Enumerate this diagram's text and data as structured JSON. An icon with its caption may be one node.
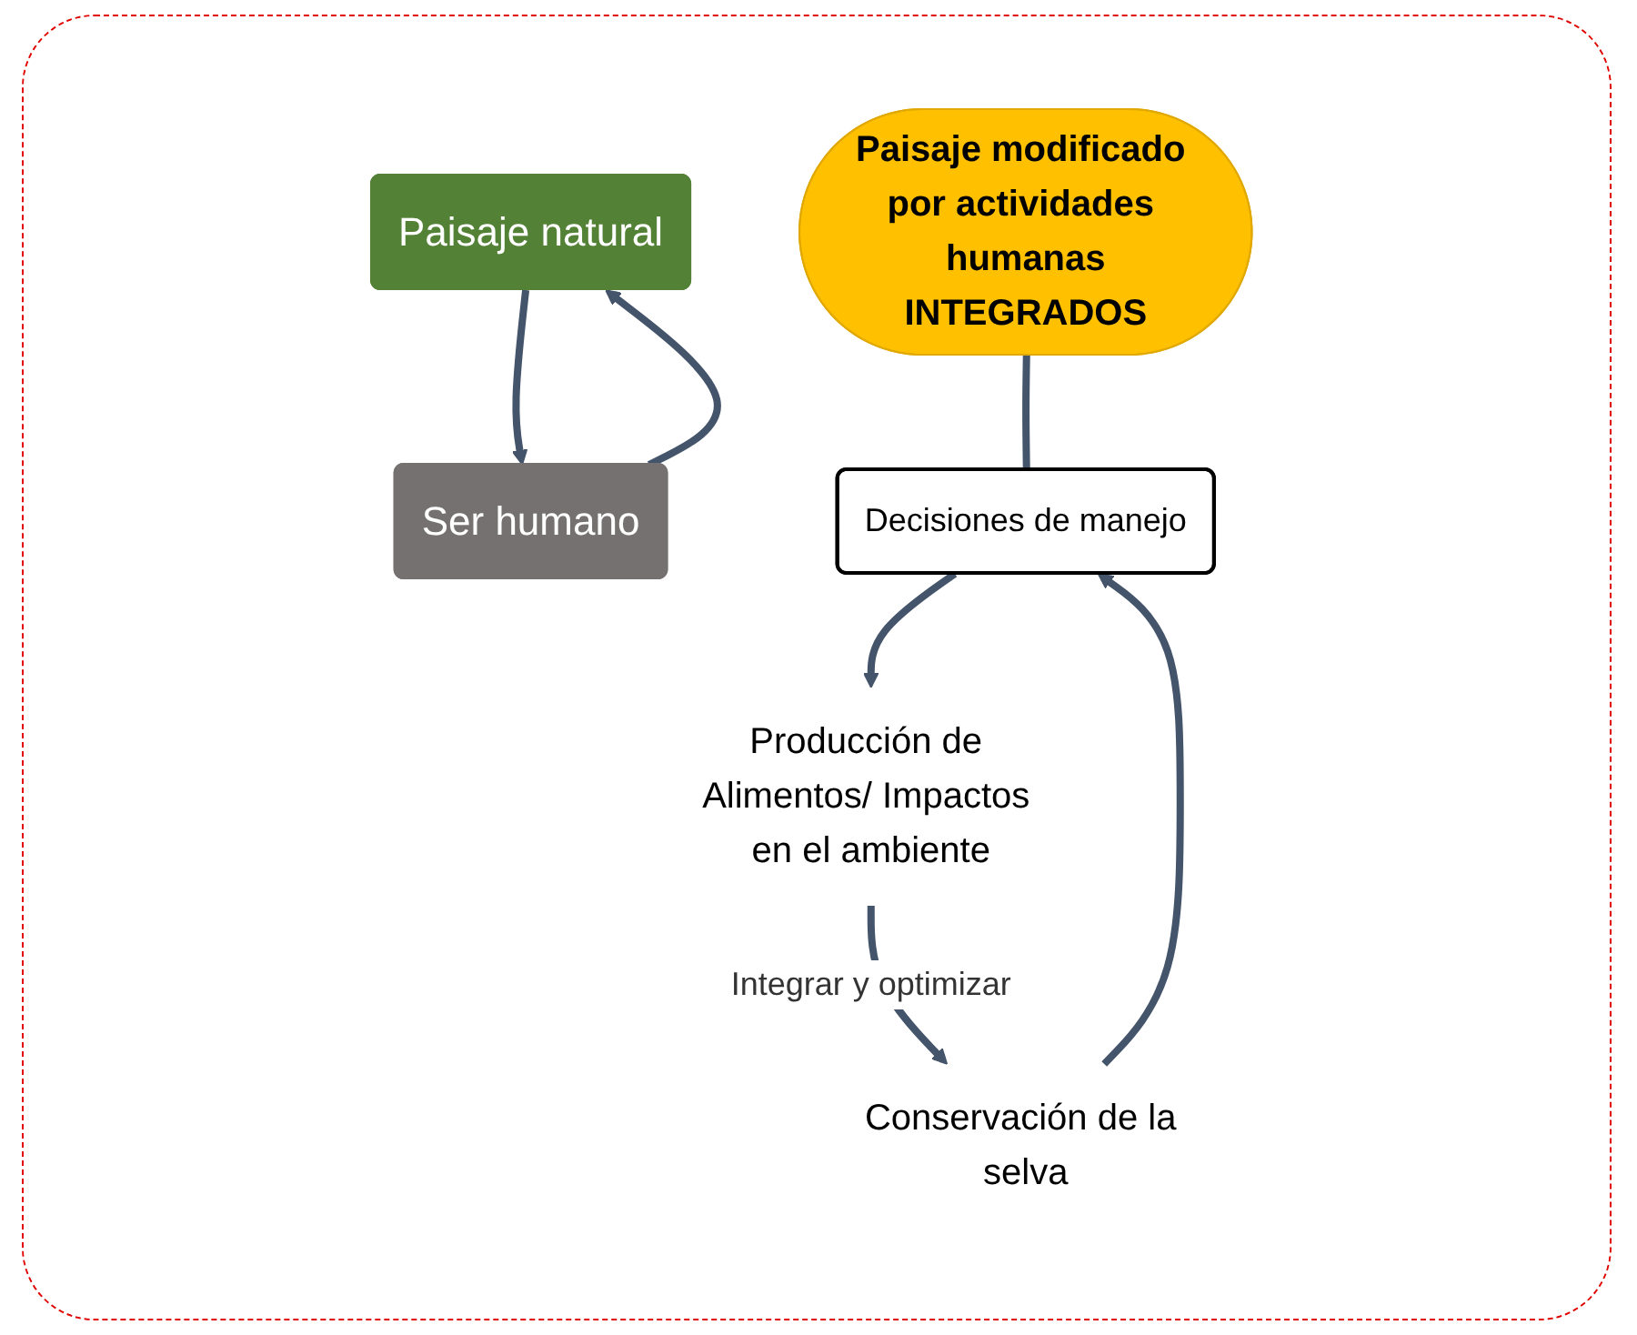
{
  "diagram": {
    "nodes": [
      {
        "text": [
          "Paisaje natural"
        ]
      },
      {
        "text": [
          "Ser humano"
        ]
      },
      {
        "text": [
          "Paisaje modificado por actividades humanas",
          "INTEGRADOS"
        ]
      },
      {
        "text": [
          "Decisiones de manejo"
        ]
      },
      {
        "text": [
          "Producción de Alimentos/ Impactos en el ambiente"
        ]
      },
      {
        "text": [
          "Conservación de la selva"
        ]
      }
    ],
    "edges": [
      {
        "from": 0,
        "to": 1,
        "arrow": "to"
      },
      {
        "from": 1,
        "to": 0,
        "arrow": "to"
      },
      {
        "from": 2,
        "to": 3,
        "arrow": "none"
      },
      {
        "from": 3,
        "to": 4,
        "arrow": "to"
      },
      {
        "from": 4,
        "to": 5,
        "arrow": "to",
        "label": "Integrar y optimizar"
      },
      {
        "from": 5,
        "to": 3,
        "arrow": "to"
      }
    ]
  }
}
